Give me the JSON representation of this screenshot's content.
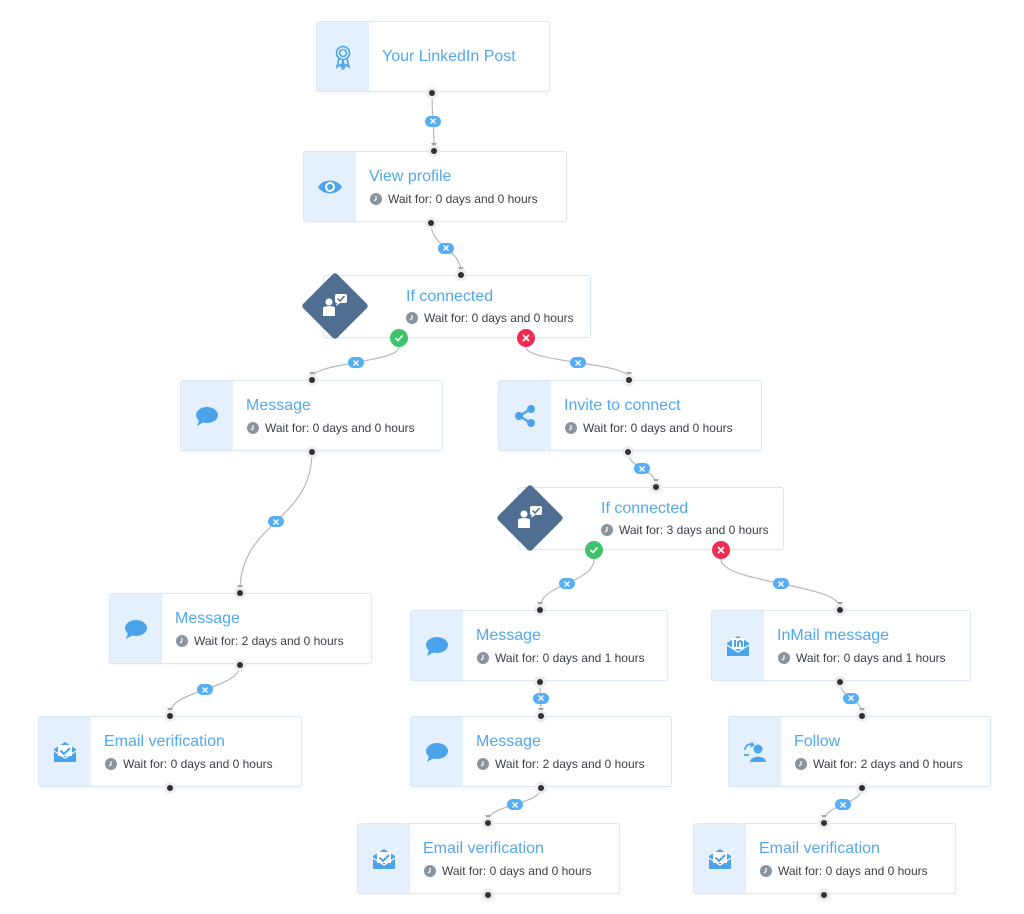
{
  "labels": {
    "wait_prefix": "Wait for:"
  },
  "nodes": [
    {
      "id": "n1",
      "title": "Your LinkedIn Post",
      "icon": "award-icon"
    },
    {
      "id": "n2",
      "title": "View profile",
      "wait": "0 days and 0 hours",
      "icon": "eye-icon"
    },
    {
      "id": "n3",
      "title": "If connected",
      "wait": "0 days and 0 hours",
      "icon": "condition-icon"
    },
    {
      "id": "n4",
      "title": "Message",
      "wait": "0 days and 0 hours",
      "icon": "chat-bubble-icon"
    },
    {
      "id": "n5",
      "title": "Invite to connect",
      "wait": "0 days and 0 hours",
      "icon": "share-icon"
    },
    {
      "id": "n6",
      "title": "Message",
      "wait": "2 days and 0 hours",
      "icon": "chat-bubble-icon"
    },
    {
      "id": "n7",
      "title": "If connected",
      "wait": "3 days and 0 hours",
      "icon": "condition-icon"
    },
    {
      "id": "n8",
      "title": "Email verification",
      "wait": "0 days and 0 hours",
      "icon": "envelope-check-icon"
    },
    {
      "id": "n9",
      "title": "Message",
      "wait": "0 days and 1 hours",
      "icon": "chat-bubble-icon"
    },
    {
      "id": "n10",
      "title": "InMail message",
      "wait": "0 days and 1 hours",
      "icon": "linkedin-mail-icon"
    },
    {
      "id": "n11",
      "title": "Message",
      "wait": "2 days and 0 hours",
      "icon": "chat-bubble-icon"
    },
    {
      "id": "n12",
      "title": "Follow",
      "wait": "2 days and 0 hours",
      "icon": "follow-user-icon"
    },
    {
      "id": "n13",
      "title": "Email verification",
      "wait": "0 days and 0 hours",
      "icon": "envelope-check-icon"
    },
    {
      "id": "n14",
      "title": "Email verification",
      "wait": "0 days and 0 hours",
      "icon": "envelope-check-icon"
    }
  ],
  "edges": [
    {
      "from": "n1",
      "to": "n2"
    },
    {
      "from": "n2",
      "to": "n3"
    },
    {
      "from": "n3",
      "to": "n4",
      "branch": "yes"
    },
    {
      "from": "n3",
      "to": "n5",
      "branch": "no"
    },
    {
      "from": "n4",
      "to": "n6"
    },
    {
      "from": "n5",
      "to": "n7"
    },
    {
      "from": "n6",
      "to": "n8"
    },
    {
      "from": "n7",
      "to": "n9",
      "branch": "yes"
    },
    {
      "from": "n7",
      "to": "n10",
      "branch": "no"
    },
    {
      "from": "n9",
      "to": "n11"
    },
    {
      "from": "n10",
      "to": "n12"
    },
    {
      "from": "n11",
      "to": "n13"
    },
    {
      "from": "n12",
      "to": "n14"
    }
  ],
  "colors": {
    "title": "#52a8ee",
    "icon": "#4ba3ea",
    "icon_bg": "#e4f0fc",
    "condition": "#4f6e92",
    "delete_button": "#58aef5",
    "yes": "#3ec36a",
    "no": "#ef2c54"
  }
}
